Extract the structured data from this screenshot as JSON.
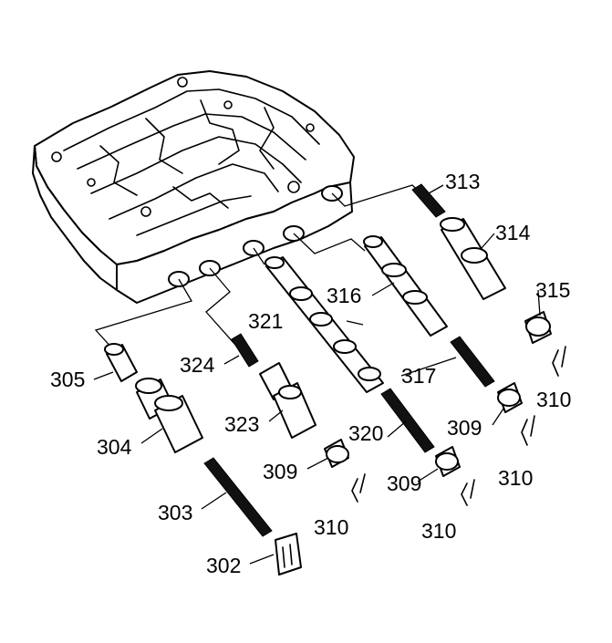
{
  "diagram": {
    "labels": {
      "l302": "302",
      "l303": "303",
      "l304": "304",
      "l305": "305",
      "l309a": "309",
      "l309b": "309",
      "l309c": "309",
      "l310a": "310",
      "l310b": "310",
      "l310c": "310",
      "l310d": "310",
      "l313": "313",
      "l314": "314",
      "l315": "315",
      "l316": "316",
      "l317": "317",
      "l320": "320",
      "l321": "321",
      "l323": "323",
      "l324": "324"
    }
  }
}
